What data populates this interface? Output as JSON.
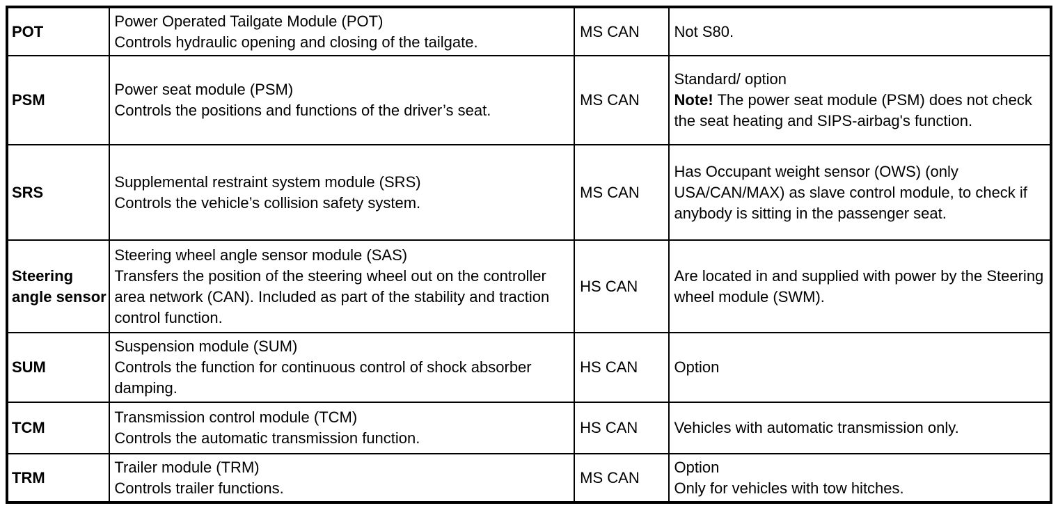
{
  "document": {
    "type": "reference-table",
    "background_color": "#ffffff",
    "border_color": "#000000",
    "text_color": "#000000"
  },
  "table": {
    "columns": [
      "abbreviation",
      "description",
      "network",
      "notes"
    ],
    "rows": [
      {
        "abbr": "POT",
        "description": [
          "Power Operated Tailgate Module (POT)",
          "Controls hydraulic opening and closing of the tailgate."
        ],
        "bus": "MS CAN",
        "notes": [
          [
            {
              "b": false,
              "t": "Not S80."
            }
          ]
        ]
      },
      {
        "abbr": "PSM",
        "description": [
          "Power seat module (PSM)",
          "Controls the positions and functions of the driver’s seat."
        ],
        "bus": "MS CAN",
        "notes": [
          [
            {
              "b": false,
              "t": "Standard/ option"
            }
          ],
          [
            {
              "b": true,
              "t": "Note!"
            },
            {
              "b": false,
              "t": " The power seat module (PSM) does not check the seat heating and SIPS-airbag's function."
            }
          ]
        ]
      },
      {
        "abbr": "SRS",
        "description": [
          "Supplemental restraint system module (SRS)",
          "Controls the vehicle’s collision safety system."
        ],
        "bus": "MS CAN",
        "notes": [
          [
            {
              "b": false,
              "t": "Has Occupant weight sensor (OWS) (only USA/CAN/MAX) as slave control module, to check if anybody is sitting in the passenger seat."
            }
          ]
        ]
      },
      {
        "abbr": "Steering angle sensor",
        "description": [
          "Steering wheel angle sensor module (SAS)",
          "Transfers the position of the steering wheel out on the controller area network (CAN). Included as part of the stability and traction control function."
        ],
        "bus": "HS CAN",
        "notes": [
          [
            {
              "b": false,
              "t": "Are located in and supplied with power by the Steering wheel module (SWM)."
            }
          ]
        ]
      },
      {
        "abbr": "SUM",
        "description": [
          "Suspension module (SUM)",
          "Controls the function for continuous control of shock absorber damping."
        ],
        "bus": "HS CAN",
        "notes": [
          [
            {
              "b": false,
              "t": "Option"
            }
          ]
        ]
      },
      {
        "abbr": "TCM",
        "description": [
          "Transmission control module (TCM)",
          "Controls the automatic transmission function."
        ],
        "bus": "HS CAN",
        "notes": [
          [
            {
              "b": false,
              "t": "Vehicles with automatic transmission only."
            }
          ]
        ]
      },
      {
        "abbr": "TRM",
        "description": [
          "Trailer module (TRM)",
          "Controls trailer functions."
        ],
        "bus": "MS CAN",
        "notes": [
          [
            {
              "b": false,
              "t": "Option"
            }
          ],
          [
            {
              "b": false,
              "t": "Only for vehicles with tow hitches."
            }
          ]
        ]
      }
    ]
  }
}
